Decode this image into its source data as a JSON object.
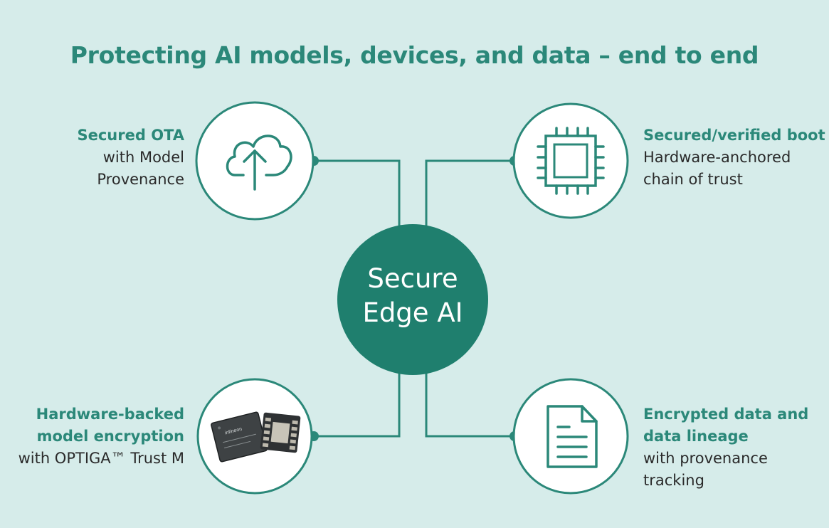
{
  "title": "Protecting AI models, devices, and data – end to end",
  "center": {
    "line1": "Secure",
    "line2": "Edge AI"
  },
  "nodes": {
    "top_left": {
      "icon": "cloud-upload-icon",
      "heading1": "Secured OTA",
      "line2": "with Model",
      "line3": "Provenance"
    },
    "top_right": {
      "icon": "chip-icon",
      "heading1": "Secured/verified boot",
      "line2": "Hardware-anchored",
      "line3": "chain of trust"
    },
    "bottom_left": {
      "icon": "optiga-chip-image",
      "heading1": "Hardware-backed",
      "heading2": "model encryption",
      "line3": "with OPTIGA™ Trust M",
      "chip_marking": "infineon"
    },
    "bottom_right": {
      "icon": "document-icon",
      "heading1": "Encrypted data and",
      "heading2": "data lineage",
      "line3": "with provenance",
      "line4": "tracking"
    }
  },
  "colors": {
    "background": "#d6ecea",
    "accent": "#2b8879",
    "center_fill": "#1f7f6e",
    "text": "#2a2a2a",
    "node_fill": "#ffffff"
  }
}
